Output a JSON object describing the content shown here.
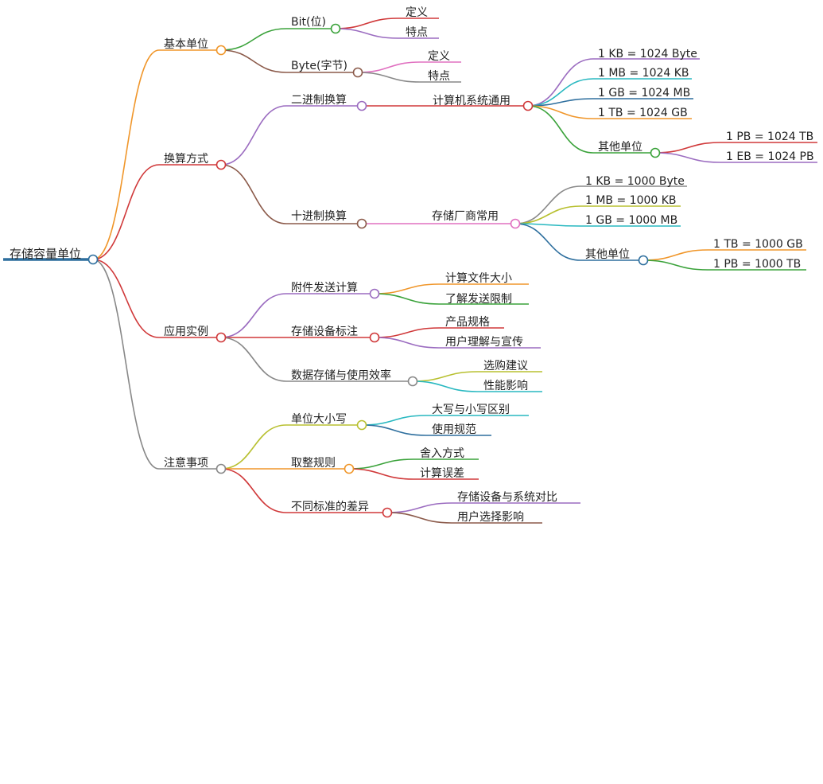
{
  "mindmap": {
    "root": {
      "label": "存储容量单位",
      "color": "#2c6fa0"
    },
    "colors": {
      "orange": "#f0962a",
      "red": "#d0393a",
      "gray": "#888888",
      "green": "#3aa23a",
      "brown": "#8b5a4a",
      "purple": "#9b6cc0",
      "pink": "#e070c0",
      "teal": "#28b8c0",
      "blue": "#2e6f9e",
      "olive": "#b8c030"
    },
    "branches": {
      "basic": {
        "label": "基本单位",
        "bit": {
          "label": "Bit(位)",
          "def": "定义",
          "feat": "特点"
        },
        "byte": {
          "label": "Byte(字节)",
          "def": "定义",
          "feat": "特点"
        }
      },
      "conversion": {
        "label": "换算方式",
        "binary": {
          "label": "二进制换算",
          "common": {
            "label": "计算机系统通用",
            "kb": "1 KB = 1024 Byte",
            "mb": "1 MB = 1024 KB",
            "gb": "1 GB = 1024 MB",
            "tb": "1 TB = 1024 GB",
            "other": {
              "label": "其他单位",
              "pb": "1 PB = 1024 TB",
              "eb": "1 EB = 1024 PB"
            }
          }
        },
        "decimal": {
          "label": "十进制换算",
          "vendor": {
            "label": "存储厂商常用",
            "kb": "1 KB = 1000 Byte",
            "mb": "1 MB = 1000 KB",
            "gb": "1 GB = 1000 MB",
            "other": {
              "label": "其他单位",
              "tb": "1 TB = 1000 GB",
              "pb": "1 PB = 1000 TB"
            }
          }
        }
      },
      "usage": {
        "label": "应用实例",
        "attach": {
          "label": "附件发送计算",
          "a": "计算文件大小",
          "b": "了解发送限制"
        },
        "device": {
          "label": "存储设备标注",
          "a": "产品规格",
          "b": "用户理解与宣传"
        },
        "efficiency": {
          "label": "数据存储与使用效率",
          "a": "选购建议",
          "b": "性能影响"
        }
      },
      "notes": {
        "label": "注意事项",
        "case": {
          "label": "单位大小写",
          "a": "大写与小写区别",
          "b": "使用规范"
        },
        "round": {
          "label": "取整规则",
          "a": "舍入方式",
          "b": "计算误差"
        },
        "standards": {
          "label": "不同标准的差异",
          "a": "存储设备与系统对比",
          "b": "用户选择影响"
        }
      }
    }
  }
}
